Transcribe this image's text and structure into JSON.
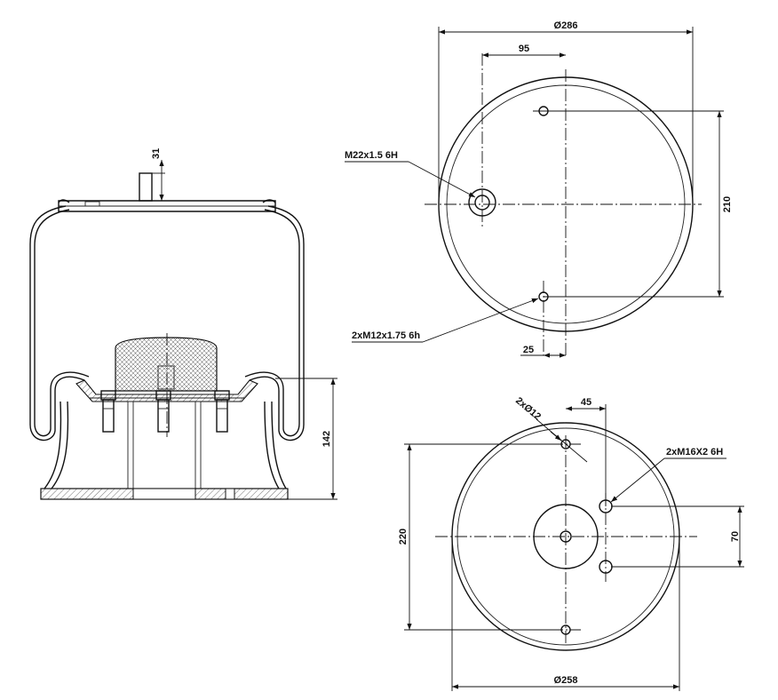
{
  "drawing": {
    "side_view": {
      "dim_pin_height": "31",
      "dim_base_height": "142"
    },
    "top_view": {
      "dim_diameter": "Ø286",
      "dim_offset_95": "95",
      "dim_hole_spacing": "210",
      "dim_offset_25": "25",
      "label_center_thread": "M22x1.5 6H",
      "label_side_threads": "2xM12x1.75 6h"
    },
    "bottom_view": {
      "dim_hole_dia": "2xØ12",
      "dim_offset_45": "45",
      "label_threads": "2xM16X2 6H",
      "dim_height_220": "220",
      "dim_spacing_70": "70",
      "dim_diameter": "Ø258"
    }
  }
}
